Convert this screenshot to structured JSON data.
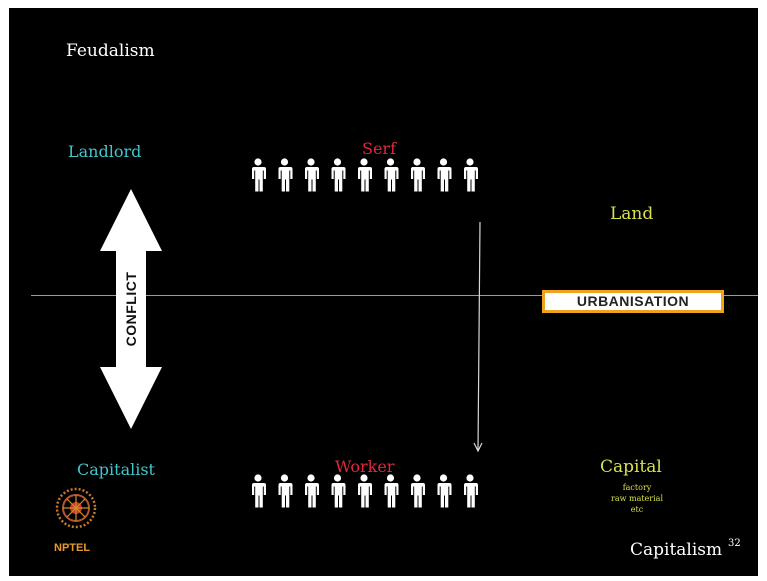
{
  "slide": {
    "title_top": "Feudalism",
    "title_bottom": "Capitalism",
    "page_number": "32",
    "landlord": "Landlord",
    "capitalist": "Capitalist",
    "serf": "Serf",
    "worker": "Worker",
    "land": "Land",
    "capital": "Capital",
    "capital_details": [
      "factory",
      "raw material",
      "etc"
    ],
    "urbanisation": "URBANISATION",
    "conflict": "CONFLICT",
    "logo_text": "NPTEL"
  },
  "colors": {
    "background": "#000000",
    "cyan_label": "#3fc7cf",
    "red_label": "#e0283a",
    "yellow_label": "#d9e04a",
    "urbanisation_border": "#f0a21c"
  },
  "icons": [
    "person-icon",
    "double-arrow-icon",
    "down-arrow-icon",
    "nptel-logo-icon"
  ]
}
